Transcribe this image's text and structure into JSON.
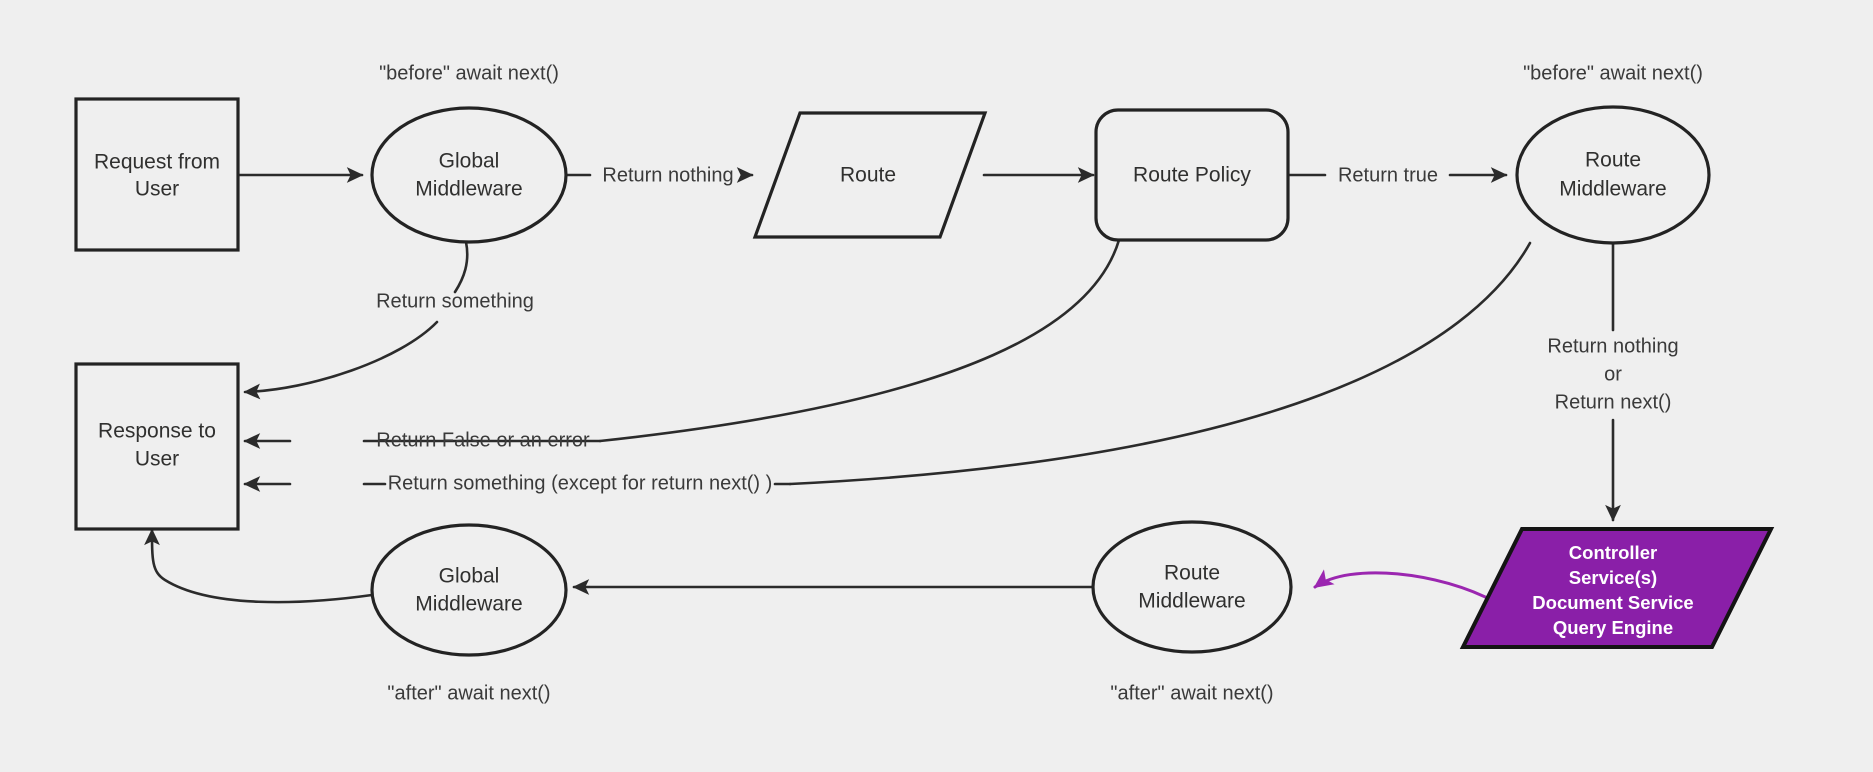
{
  "diagram": {
    "title": "Request / Middleware pipeline flow",
    "background_color": "#efefef",
    "stroke_color": "#232323",
    "accent_color": "#8a1fa8",
    "nodes": {
      "request_from_user": {
        "line1": "Request from",
        "line2": "User",
        "shape": "rectangle"
      },
      "global_middleware_before": {
        "line1": "Global",
        "line2": "Middleware",
        "shape": "ellipse"
      },
      "route": {
        "line1": "Route",
        "shape": "parallelogram"
      },
      "route_policy": {
        "line1": "Route Policy",
        "shape": "rounded-rectangle"
      },
      "route_middleware_before": {
        "line1": "Route",
        "line2": "Middleware",
        "shape": "ellipse"
      },
      "controller": {
        "line1": "Controller",
        "line2": "Service(s)",
        "line3": "Document Service",
        "line4": "Query Engine",
        "shape": "parallelogram",
        "fill": "#8a1fa8",
        "text_color": "#ffffff"
      },
      "route_middleware_after": {
        "line1": "Route",
        "line2": "Middleware",
        "shape": "ellipse"
      },
      "global_middleware_after": {
        "line1": "Global",
        "line2": "Middleware",
        "shape": "ellipse"
      },
      "response_to_user": {
        "line1": "Response to",
        "line2": "User",
        "shape": "rectangle"
      }
    },
    "annotations": {
      "before_global": "\"before\" await next()",
      "before_route_mw": "\"before\" await next()",
      "after_global": "\"after\" await next()",
      "after_route_mw": "\"after\" await next()"
    },
    "edge_labels": {
      "return_nothing": "Return nothing",
      "return_true": "Return true",
      "return_something": "Return something",
      "return_false_or_error": "Return False or an error",
      "return_something_except": "Return something (except for return next() )",
      "return_nothing_or_next_1": "Return nothing",
      "return_nothing_or_next_2": "or",
      "return_nothing_or_next_3": "Return next()"
    }
  }
}
